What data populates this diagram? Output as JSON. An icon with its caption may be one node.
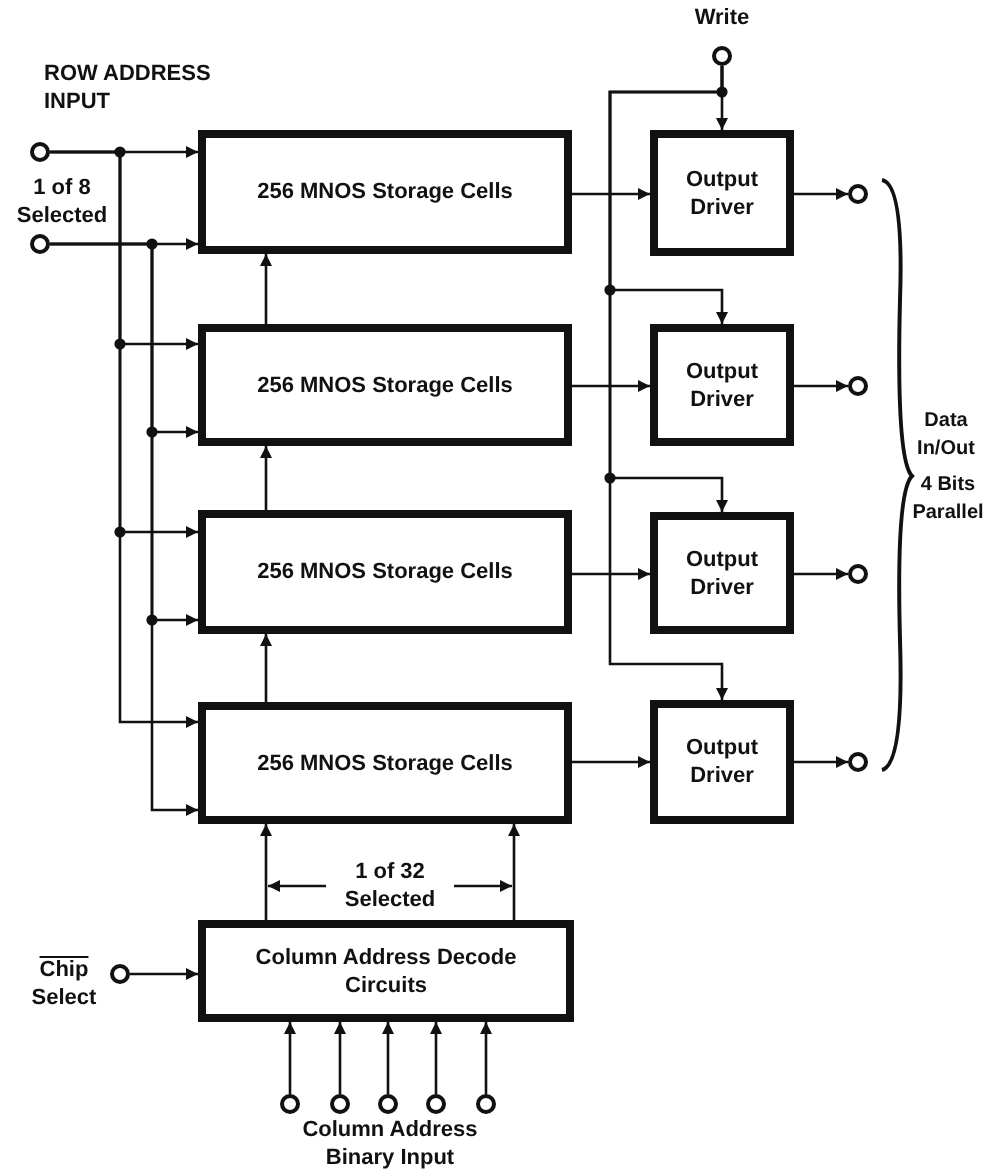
{
  "diagram": {
    "nodes": [
      {
        "text": [],
        "shape": "circle"
      },
      {
        "text": [],
        "shape": "circle"
      },
      {
        "text": [],
        "shape": "circle",
        "beside": [
          "Write"
        ]
      },
      {
        "text": [
          "256 MNOS Storage Cells"
        ]
      },
      {
        "text": [
          "Output Driver"
        ]
      },
      {
        "text": [],
        "shape": "circle"
      },
      {
        "text": [
          "256 MNOS Storage Cells"
        ]
      },
      {
        "text": [
          "Output Driver"
        ]
      },
      {
        "text": [],
        "shape": "circle"
      },
      {
        "text": [
          "256 MNOS Storage Cells"
        ]
      },
      {
        "text": [
          "Output Driver"
        ]
      },
      {
        "text": [],
        "shape": "circle"
      },
      {
        "text": [
          "256 MNOS Storage Cells"
        ]
      },
      {
        "text": [
          "Output Driver"
        ]
      },
      {
        "text": [],
        "shape": "circle"
      },
      {
        "text": [],
        "shape": "circle",
        "beside": [
          "Chip Select"
        ]
      },
      {
        "text": [
          "Column Address Decode Circuits"
        ]
      },
      {
        "text": [],
        "shape": "circle"
      },
      {
        "text": [],
        "shape": "circle"
      },
      {
        "text": [],
        "shape": "circle"
      },
      {
        "text": [],
        "shape": "circle"
      },
      {
        "text": [],
        "shape": "circle"
      }
    ],
    "edges": [
      {
        "from": 0,
        "to": 3,
        "arrow": "to"
      },
      {
        "from": 0,
        "to": 6,
        "arrow": "to"
      },
      {
        "from": 0,
        "to": 9,
        "arrow": "to"
      },
      {
        "from": 0,
        "to": 12,
        "arrow": "to"
      },
      {
        "from": 1,
        "to": 3,
        "arrow": "to"
      },
      {
        "from": 1,
        "to": 6,
        "arrow": "to"
      },
      {
        "from": 1,
        "to": 9,
        "arrow": "to"
      },
      {
        "from": 1,
        "to": 12,
        "arrow": "to"
      },
      {
        "from": 2,
        "to": 4,
        "arrow": "to"
      },
      {
        "from": 2,
        "to": 7,
        "arrow": "to"
      },
      {
        "from": 2,
        "to": 10,
        "arrow": "to"
      },
      {
        "from": 2,
        "to": 13,
        "arrow": "to"
      },
      {
        "from": 3,
        "to": 4,
        "arrow": "to"
      },
      {
        "from": 6,
        "to": 7,
        "arrow": "to"
      },
      {
        "from": 9,
        "to": 10,
        "arrow": "to"
      },
      {
        "from": 12,
        "to": 13,
        "arrow": "to"
      },
      {
        "from": 4,
        "to": 5,
        "arrow": "to"
      },
      {
        "from": 7,
        "to": 8,
        "arrow": "to"
      },
      {
        "from": 10,
        "to": 11,
        "arrow": "to"
      },
      {
        "from": 13,
        "to": 14,
        "arrow": "to"
      },
      {
        "from": 6,
        "to": 3,
        "arrow": "to"
      },
      {
        "from": 9,
        "to": 6,
        "arrow": "to"
      },
      {
        "from": 12,
        "to": 9,
        "arrow": "to"
      },
      {
        "from": 16,
        "to": 12,
        "arrow": "to"
      },
      {
        "from": 16,
        "to": 12,
        "arrow": "to"
      },
      {
        "from": 15,
        "to": 16,
        "arrow": "to"
      },
      {
        "from": 17,
        "to": 16,
        "arrow": "to"
      },
      {
        "from": 18,
        "to": 16,
        "arrow": "to"
      },
      {
        "from": 19,
        "to": 16,
        "arrow": "to"
      },
      {
        "from": 20,
        "to": 16,
        "arrow": "to"
      },
      {
        "from": 21,
        "to": 16,
        "arrow": "to"
      }
    ],
    "labels": [
      "ROW ADDRESS INPUT",
      "1 of 8 Selected",
      "Data In/Out",
      "4 Bits Parallel",
      "1 of 32 Selected",
      "Column Address Binary Input"
    ]
  }
}
